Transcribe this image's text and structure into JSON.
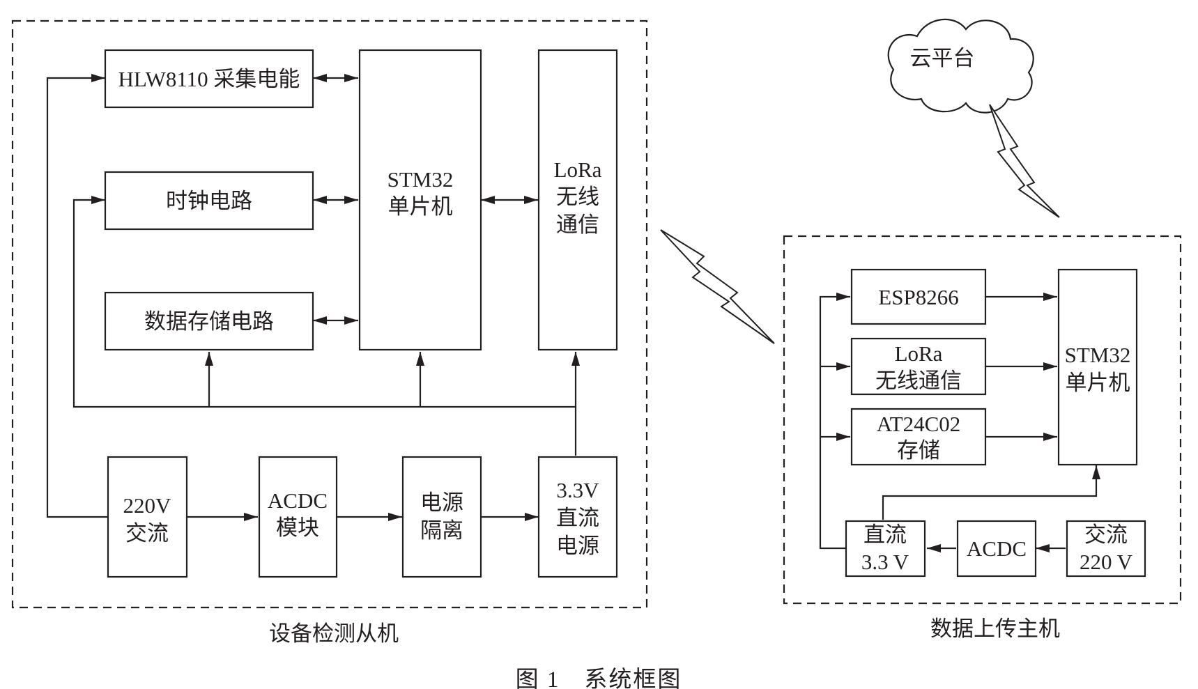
{
  "slave": {
    "caption": "设备检测从机",
    "hlw": "HLW8110 采集电能",
    "clock": "时钟电路",
    "storage": "数据存储电路",
    "mcu_line1": "STM32",
    "mcu_line2": "单片机",
    "lora_line1": "LoRa",
    "lora_line2": "无线",
    "lora_line3": "通信",
    "ac_line1": "220V",
    "ac_line2": "交流",
    "acdc_line1": "ACDC",
    "acdc_line2": "模块",
    "iso_line1": "电源",
    "iso_line2": "隔离",
    "dc_line1": "3.3V",
    "dc_line2": "直流",
    "dc_line3": "电源"
  },
  "master": {
    "caption": "数据上传主机",
    "esp": "ESP8266",
    "lora_line1": "LoRa",
    "lora_line2": "无线通信",
    "at_line1": "AT24C02",
    "at_line2": "存储",
    "mcu_line1": "STM32",
    "mcu_line2": "单片机",
    "dc_line1": "直流",
    "dc_line2": "3.3 V",
    "acdc": "ACDC",
    "ac_line1": "交流",
    "ac_line2": "220 V"
  },
  "cloud": "云平台",
  "figure_caption": "图 1　系统框图",
  "colors": {
    "ink": "#231f20",
    "background": "#ffffff"
  }
}
